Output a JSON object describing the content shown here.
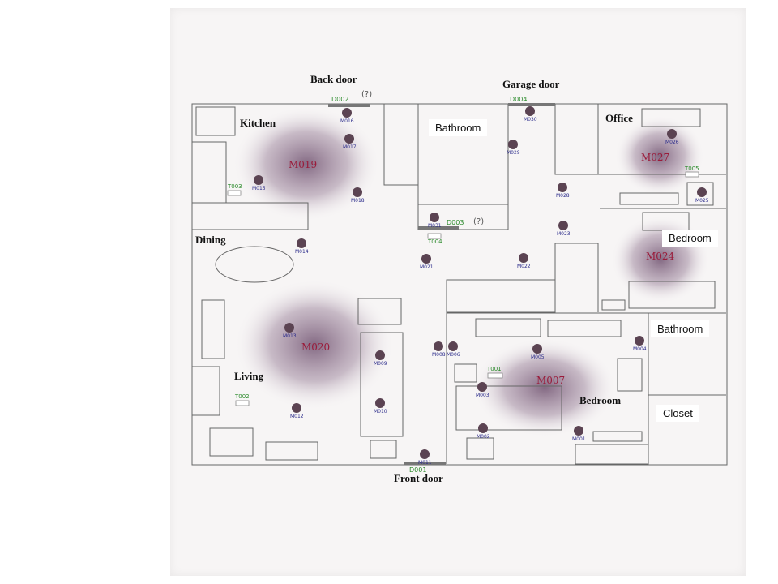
{
  "rooms": {
    "back_door": "Back door",
    "garage_door": "Garage door",
    "kitchen": "Kitchen",
    "office": "Office",
    "dining": "Dining",
    "living": "Living",
    "bedroom_main": "Bedroom",
    "front_door": "Front door"
  },
  "boxed_labels": {
    "bathroom_top": "Bathroom",
    "bedroom_right": "Bedroom",
    "bathroom_right": "Bathroom",
    "closet": "Closet"
  },
  "heat_zones": [
    "M019",
    "M027",
    "M024",
    "M020",
    "M007"
  ],
  "door_sensors": [
    "D002",
    "D004",
    "D003",
    "D001"
  ],
  "door_notes": [
    "(?)",
    "(?)"
  ],
  "temp_sensors": [
    "T003",
    "T005",
    "T004",
    "T002",
    "T001"
  ],
  "motion_sensors": [
    "M016",
    "M017",
    "M015",
    "M018",
    "M030",
    "M029",
    "M026",
    "M025",
    "M028",
    "M023",
    "M031",
    "M014",
    "M021",
    "M022",
    "M013",
    "M009",
    "M010",
    "M012",
    "M008",
    "M006",
    "M005",
    "M004",
    "M003",
    "M002",
    "M001",
    "M011"
  ],
  "colors": {
    "wall": "#555555",
    "sensor_dot": "#5b4352",
    "motion_text": "#2a2a8a",
    "door_temp_text": "#2a8a2a",
    "heat_text": "#9a1b3a",
    "heat_cloud": "#6b4a6b"
  }
}
